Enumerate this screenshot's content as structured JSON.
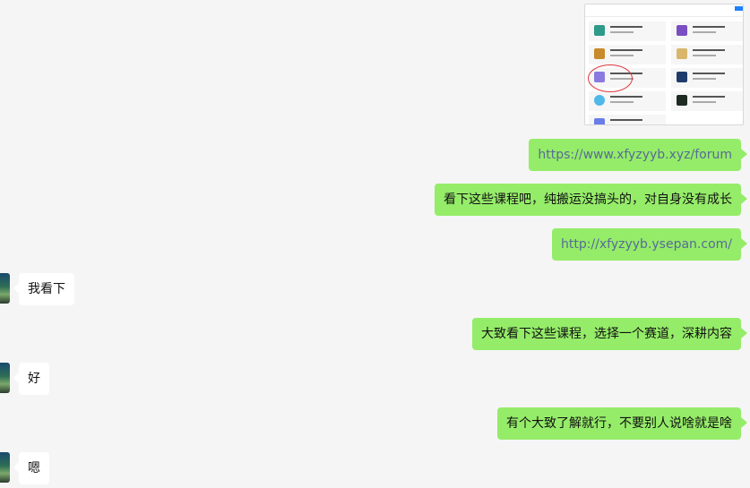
{
  "screenshot_image": {
    "description_icon": "course-list-screenshot"
  },
  "messages": [
    {
      "side": "out",
      "text": "https://www.xfyzyyb.xyz/forum",
      "type": "link"
    },
    {
      "side": "out",
      "text": "看下这些课程吧，纯搬运没搞头的，对自身没有成长"
    },
    {
      "side": "out",
      "text": "http://xfyzyyb.ysepan.com/",
      "type": "link"
    },
    {
      "side": "in",
      "text": "我看下"
    },
    {
      "side": "out",
      "text": "大致看下这些课程，选择一个赛道，深耕内容"
    },
    {
      "side": "in",
      "text": "好"
    },
    {
      "side": "out",
      "text": "有个大致了解就行，不要别人说啥就是啥"
    },
    {
      "side": "in",
      "text": "嗯"
    }
  ],
  "colors": {
    "outgoing_bubble": "#95ec69",
    "incoming_bubble": "#ffffff",
    "link": "#576b95",
    "background": "#f5f5f5",
    "annotation_circle": "#e0393e"
  }
}
